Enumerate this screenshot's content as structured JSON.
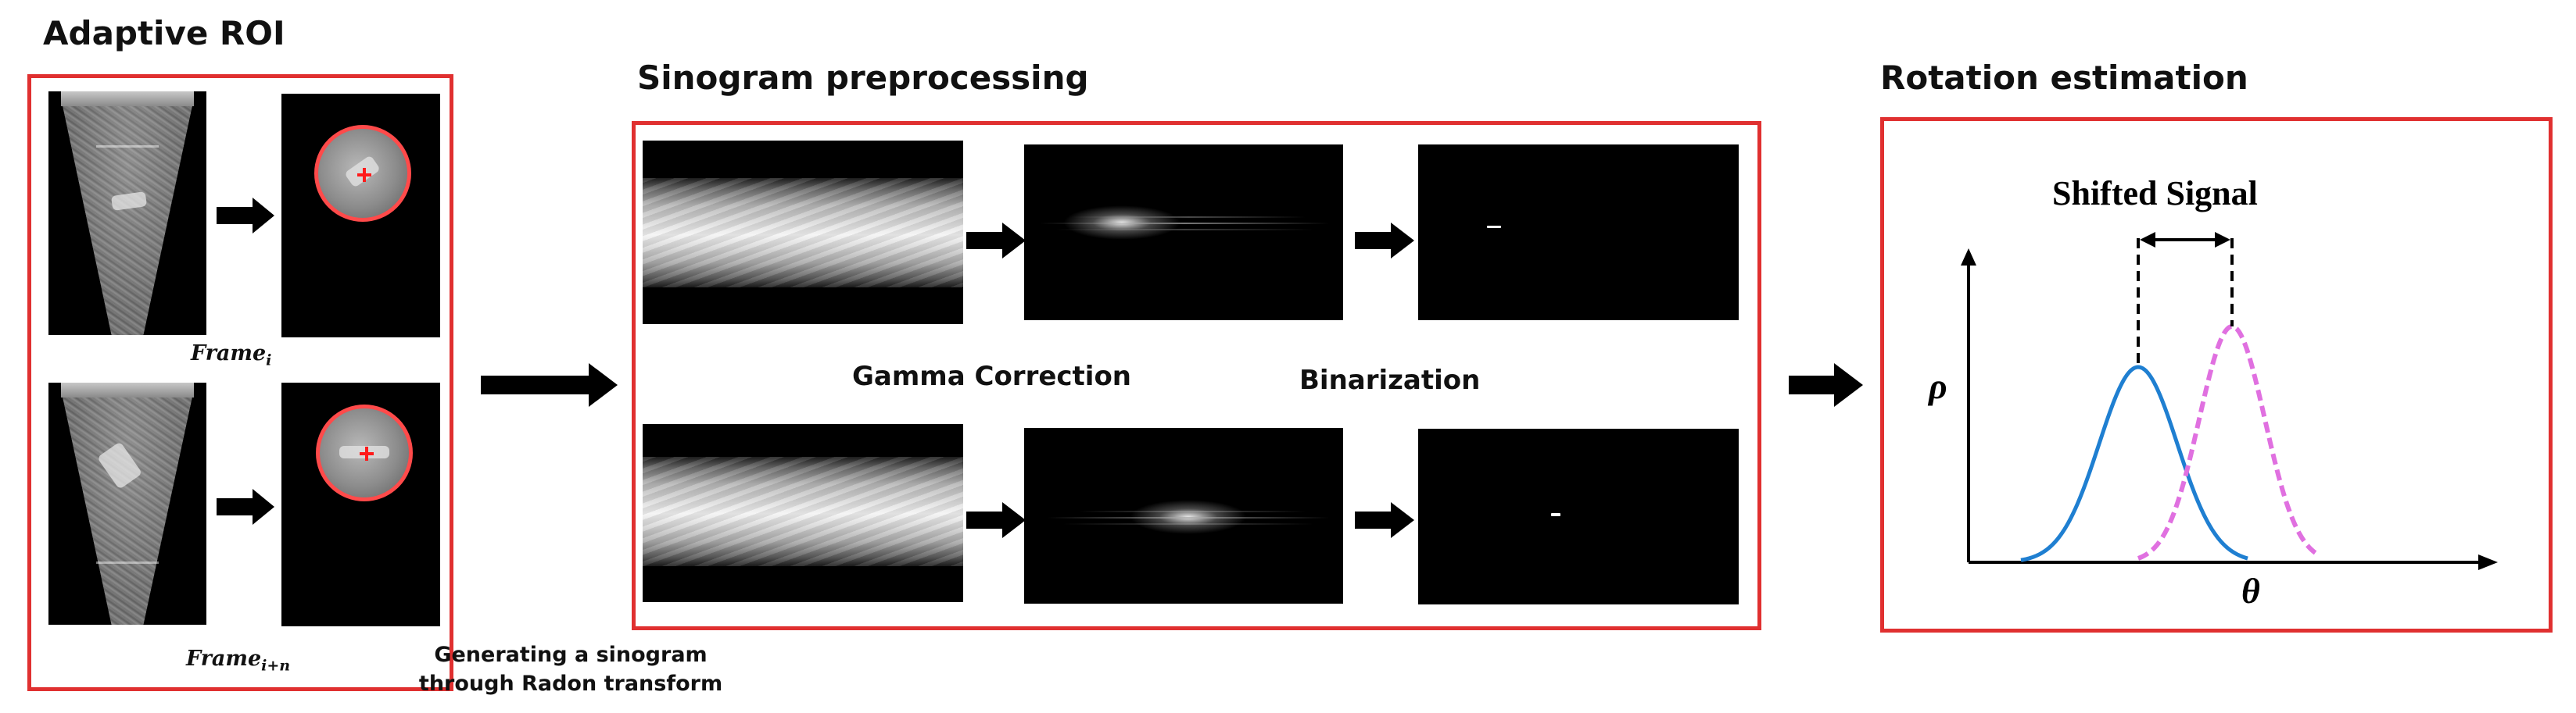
{
  "sections": {
    "adaptive_roi": {
      "title": "Adaptive ROI"
    },
    "sinogram": {
      "title": "Sinogram preprocessing"
    },
    "rotation": {
      "title": "Rotation estimation"
    }
  },
  "frames": {
    "frame_i": {
      "base": "Frame",
      "sub": "i"
    },
    "frame_in": {
      "base": "Frame",
      "sub": "i+n"
    }
  },
  "radon": {
    "line1": "Generating a sinogram",
    "line2": "through Radon transform"
  },
  "steps": {
    "gamma": "Gamma Correction",
    "binarization": "Binarization"
  },
  "plot": {
    "title": "Shifted Signal",
    "y_label": "ρ",
    "x_label": "θ",
    "original_color": "#1f7fd1",
    "shifted_color": "#e070e0"
  },
  "colors": {
    "panel_border": "#e03030",
    "roi_circle": "#ff4a4a"
  }
}
